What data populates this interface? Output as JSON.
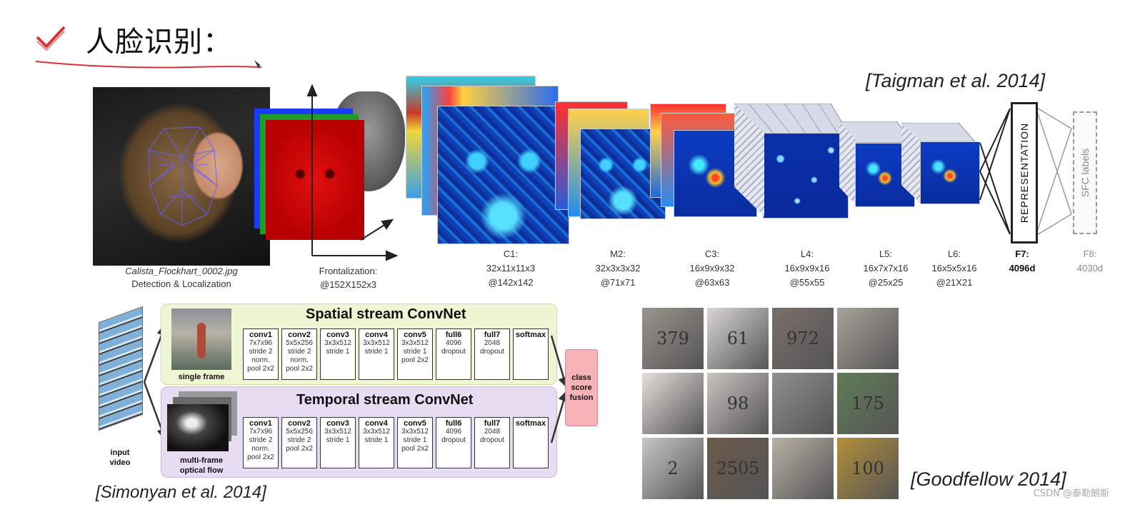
{
  "title": "人脸识别：",
  "citations": {
    "taigman": "[Taigman et al. 2014]",
    "simonyan": "[Simonyan et al. 2014]",
    "goodfellow": "[Goodfellow 2014]"
  },
  "deepface": {
    "photo_filename": "Calista_Flockhart_0002.jpg",
    "photo_caption": "Detection & Localization",
    "frontalization": [
      "Frontalization:",
      "@152X152x3"
    ],
    "layers": [
      {
        "name": "C1:",
        "spec": "32x11x11x3",
        "size": "@142x142"
      },
      {
        "name": "M2:",
        "spec": "32x3x3x32",
        "size": "@71x71"
      },
      {
        "name": "C3:",
        "spec": "16x9x9x32",
        "size": "@63x63"
      },
      {
        "name": "L4:",
        "spec": "16x9x9x16",
        "size": "@55x55"
      },
      {
        "name": "L5:",
        "spec": "16x7x7x16",
        "size": "@25x25"
      },
      {
        "name": "L6:",
        "spec": "16x5x5x16",
        "size": "@21X21"
      },
      {
        "name": "F7:",
        "spec": "4096d",
        "size": ""
      },
      {
        "name": "F8:",
        "spec": "4030d",
        "size": ""
      }
    ],
    "representation": "REPRESENTATION",
    "sfc_labels": "SFC labels"
  },
  "two_stream": {
    "spatial_title": "Spatial stream ConvNet",
    "temporal_title": "Temporal stream ConvNet",
    "single_frame": "single frame",
    "multi_frame": [
      "multi-frame",
      "optical flow"
    ],
    "input_video": [
      "input",
      "video"
    ],
    "fusion": [
      "class",
      "score",
      "fusion"
    ],
    "spatial_layers": [
      {
        "name": "conv1",
        "lines": [
          "7x7x96",
          "stride 2",
          "norm.",
          "pool 2x2"
        ]
      },
      {
        "name": "conv2",
        "lines": [
          "5x5x256",
          "stride 2",
          "norm.",
          "pool 2x2"
        ]
      },
      {
        "name": "conv3",
        "lines": [
          "3x3x512",
          "stride 1"
        ]
      },
      {
        "name": "conv4",
        "lines": [
          "3x3x512",
          "stride 1"
        ]
      },
      {
        "name": "conv5",
        "lines": [
          "3x3x512",
          "stride 1",
          "pool 2x2"
        ]
      },
      {
        "name": "full6",
        "lines": [
          "4096",
          "dropout"
        ]
      },
      {
        "name": "full7",
        "lines": [
          "2048",
          "dropout"
        ]
      },
      {
        "name": "softmax",
        "lines": []
      }
    ],
    "temporal_layers": [
      {
        "name": "conv1",
        "lines": [
          "7x7x96",
          "stride 2",
          "norm.",
          "pool 2x2"
        ]
      },
      {
        "name": "conv2",
        "lines": [
          "5x5x256",
          "stride 2",
          "pool 2x2"
        ]
      },
      {
        "name": "conv3",
        "lines": [
          "3x3x512",
          "stride 1"
        ]
      },
      {
        "name": "conv4",
        "lines": [
          "3x3x512",
          "stride 1"
        ]
      },
      {
        "name": "conv5",
        "lines": [
          "3x3x512",
          "stride 1",
          "pool 2x2"
        ]
      },
      {
        "name": "full6",
        "lines": [
          "4096",
          "dropout"
        ]
      },
      {
        "name": "full7",
        "lines": [
          "2048",
          "dropout"
        ]
      },
      {
        "name": "softmax",
        "lines": []
      }
    ]
  },
  "svhn": {
    "numbers": [
      "379",
      "61",
      "972",
      "",
      "",
      "98",
      "",
      "175",
      "2",
      "2505",
      "",
      "100"
    ],
    "colors": [
      "#9a958d",
      "#d8d7d4",
      "#7a6f6a",
      "#a7a39a",
      "#e3e0d9",
      "#c9c6c0",
      "#8f8f8f",
      "#5f7d56",
      "#c7c7c7",
      "#6b5a4c",
      "#b8b1a6",
      "#b48f3a"
    ]
  },
  "watermark": "CSDN @泰勒朗斯",
  "colors": {
    "accent_red": "#d6333b"
  }
}
